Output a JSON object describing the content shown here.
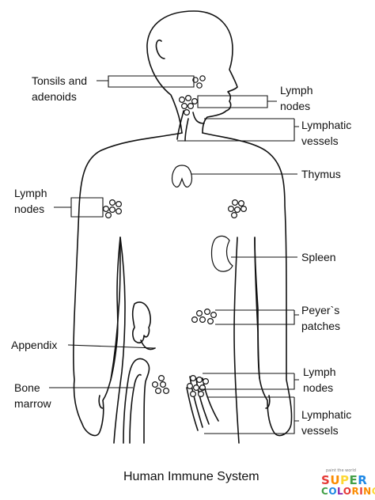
{
  "caption": "Human Immune System",
  "labels": {
    "tonsils": [
      "Tonsils and",
      "adenoids"
    ],
    "lymph_nodes_neck": [
      "Lymph",
      "nodes"
    ],
    "lymphatic_vessels_upper": [
      "Lymphatic",
      "vessels"
    ],
    "thymus": "Thymus",
    "lymph_nodes_arm": [
      "Lymph",
      "nodes"
    ],
    "spleen": "Spleen",
    "peyers_patches": [
      "Peyer`s",
      "patches"
    ],
    "appendix": "Appendix",
    "lymph_nodes_groin": [
      "Lymph",
      "nodes"
    ],
    "bone_marrow": [
      "Bone",
      "marrow"
    ],
    "lymphatic_vessels_lower": [
      "Lymphatic",
      "vessels"
    ]
  },
  "logo": {
    "tagline": "paint the world",
    "word1": "SUPER",
    "word2": "COLORING",
    "colors": [
      "#e53935",
      "#fb8c00",
      "#fdd835",
      "#43a047",
      "#1e88e5",
      "#8e24aa",
      "#e53935",
      "#fb8c00"
    ]
  }
}
